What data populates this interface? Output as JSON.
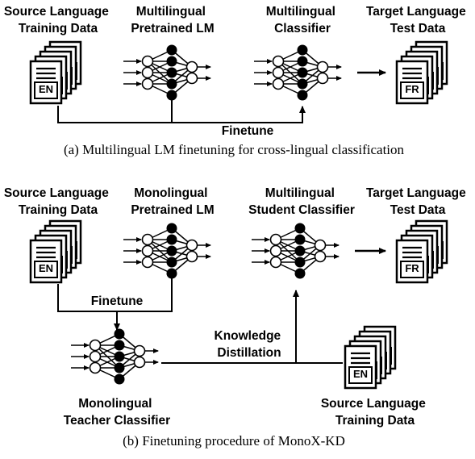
{
  "panel_a": {
    "caption": "(a) Multilingual LM finetuning for cross-lingual classification",
    "source_label": [
      "Source Language",
      "Training Data"
    ],
    "model_label": [
      "Multilingual",
      "Pretrained LM"
    ],
    "classifier_label": [
      "Multilingual",
      "Classifier"
    ],
    "target_label": [
      "Target Language",
      "Test Data"
    ],
    "source_doc_tag": "EN",
    "target_doc_tag": "FR",
    "finetune_label": "Finetune"
  },
  "panel_b": {
    "caption": "(b) Finetuning procedure of MonoX-KD",
    "source_label": [
      "Source Language",
      "Training Data"
    ],
    "model_label": [
      "Monolingual",
      "Pretrained LM"
    ],
    "student_label": [
      "Multilingual",
      "Student Classifier"
    ],
    "target_label": [
      "Target Language",
      "Test Data"
    ],
    "teacher_label": [
      "Monolingual",
      "Teacher Classifier"
    ],
    "source2_label": [
      "Source Language",
      "Training Data"
    ],
    "source_doc_tag": "EN",
    "target_doc_tag": "FR",
    "source2_doc_tag": "EN",
    "finetune_label": "Finetune",
    "kd_label": [
      "Knowledge",
      "Distillation"
    ]
  }
}
